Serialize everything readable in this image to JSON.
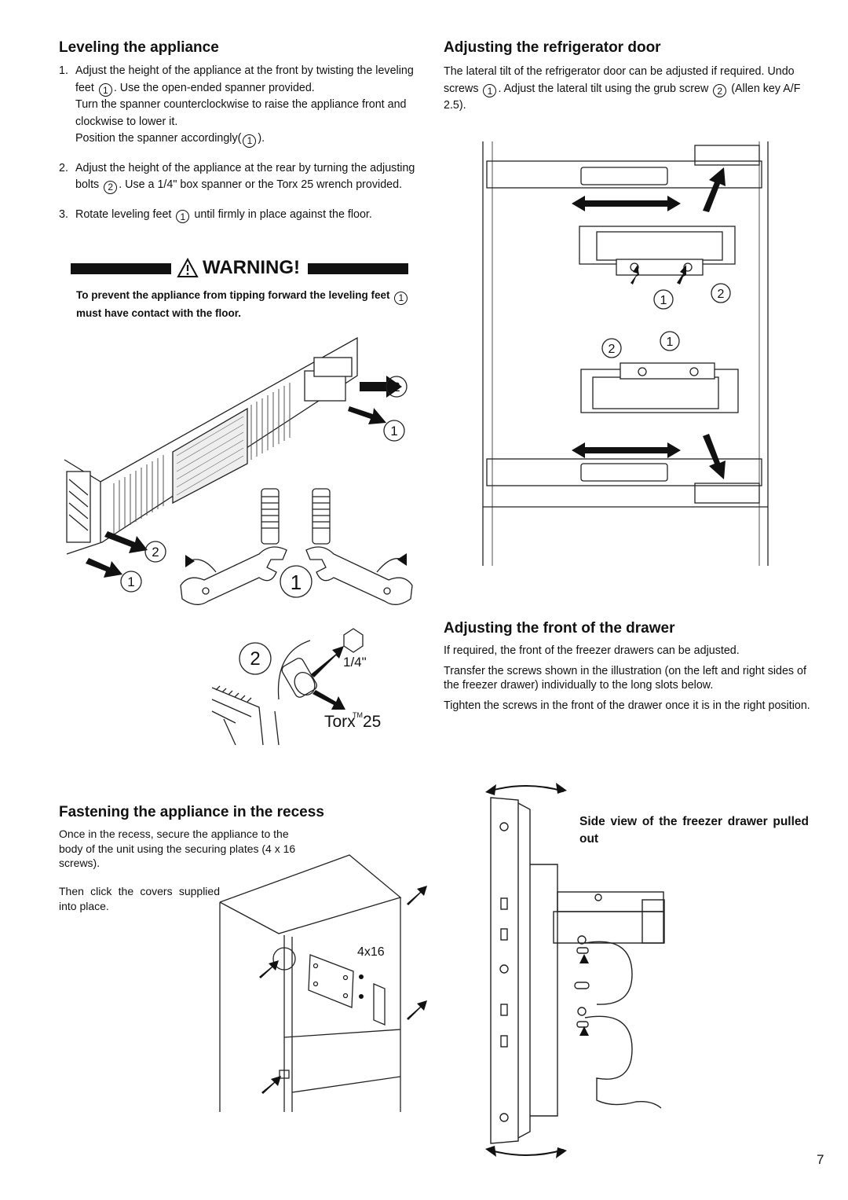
{
  "leveling": {
    "title": "Leveling the appliance",
    "steps": [
      {
        "num": "1.",
        "parts": [
          "Adjust the height of the appliance at the front by twisting the leveling feet",
          ". Use the open-ended spanner provided."
        ],
        "extra": "Turn the spanner counterclockwise to raise the appliance front and clockwise to lower it.",
        "extra2a": "Position the spanner accordingly(",
        "extra2b": ")."
      },
      {
        "num": "2.",
        "parts": [
          "Adjust the height of the appliance at the rear by turning the adjusting bolts",
          ". Use a 1/4\" box spanner or the Torx 25 wrench provided."
        ]
      },
      {
        "num": "3.",
        "parts": [
          "Rotate leveling feet",
          "until firmly in place against the floor."
        ]
      }
    ],
    "marker_1": "1",
    "marker_2": "2"
  },
  "warning": {
    "label": "WARNING!",
    "icon": "warning-triangle-icon",
    "text_a": "To prevent the appliance from tipping forward the leveling feet",
    "text_b": "must have contact with the floor."
  },
  "figure_labels": {
    "one": "1",
    "two": "2",
    "quarter_inch": "1/4\"",
    "torx": "Torx",
    "tm": "TM",
    "torx_size": "25",
    "screws": "4x16"
  },
  "door": {
    "title": "Adjusting the refrigerator door",
    "text_a": "The lateral tilt of the refrigerator door can be adjusted if required. Undo screws",
    "text_b": ". Adjust the lateral tilt using the grub screw",
    "text_c": "(Allen key A/F 2.5)."
  },
  "drawer": {
    "title": "Adjusting the front of the drawer",
    "p1": "If required, the front of the freezer drawers can be adjusted.",
    "p2": "Transfer the screws shown in the illustration (on the left and right sides of the freezer drawer) individually to the long slots below.",
    "p3": "Tighten the screws in the front of the drawer once it is in the right position.",
    "side_view": "Side view of the freezer drawer pulled out"
  },
  "recess": {
    "title": "Fastening the appliance in the recess",
    "p1": "Once in the recess, secure the appliance to the body of the unit using the securing plates (4 x 16 screws).",
    "p2": "Then click the covers supplied into place."
  },
  "page_number": "7"
}
